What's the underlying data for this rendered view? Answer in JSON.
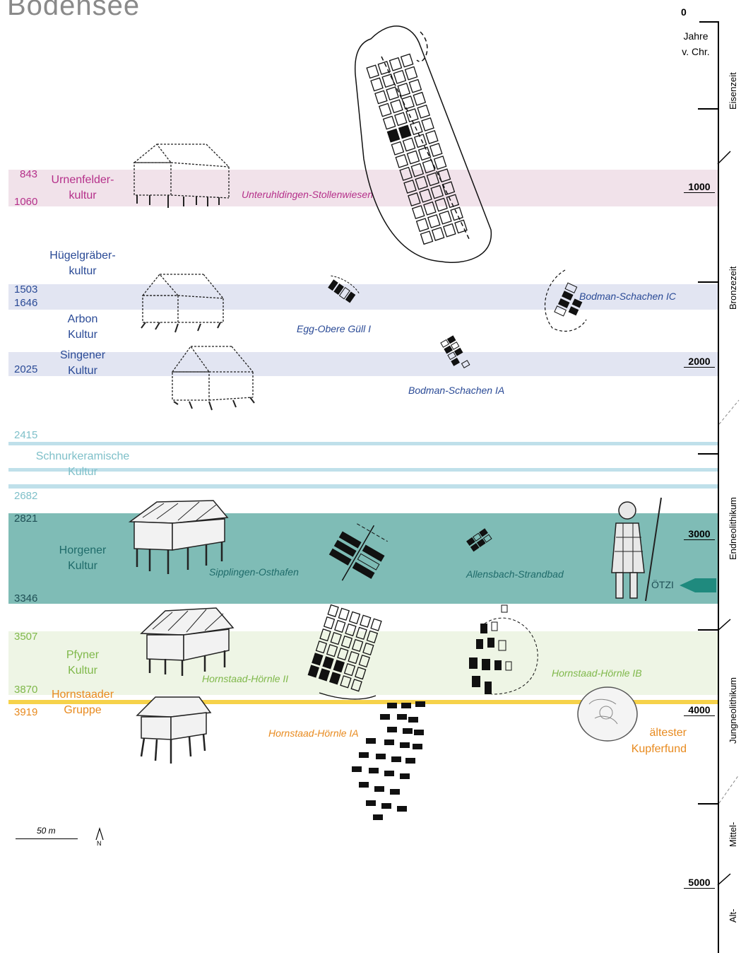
{
  "title": "Bodensee",
  "scale": {
    "label": "50 m",
    "north": "N"
  },
  "timeline": {
    "unit_label": [
      "Jahre",
      "v. Chr."
    ],
    "ticks": [
      "0",
      "1000",
      "2000",
      "3000",
      "4000",
      "5000"
    ],
    "periods": [
      "Eisenzeit",
      "Bronzezeit",
      "Endneolithikum",
      "Jungneolithikum",
      "Mittel-",
      "Alt-"
    ]
  },
  "cultures": [
    {
      "id": "urnenfelder",
      "years": [
        "843",
        "1060"
      ],
      "name": [
        "Urnenfelder-",
        "kultur"
      ],
      "color": "#b5308a",
      "band": "#f1e2ea"
    },
    {
      "id": "huegelgraeber",
      "years": [
        "1503",
        "1646"
      ],
      "name": [
        "Hügelgräber-",
        "kultur"
      ],
      "color": "#2a4a96",
      "band": "#e2e5f2"
    },
    {
      "id": "arbon",
      "years": [],
      "name": [
        "Arbon",
        "Kultur"
      ],
      "color": "#2a4a96"
    },
    {
      "id": "singener",
      "years": [
        "2025"
      ],
      "name": [
        "Singener",
        "Kultur"
      ],
      "color": "#2a4a96",
      "band": "#e2e5f2"
    },
    {
      "id": "schnurkeramik",
      "years": [
        "2415",
        "2682"
      ],
      "name": [
        "Schnurkeramische",
        "Kultur"
      ],
      "color": "#7fc0c9",
      "band": "#bfe0ea"
    },
    {
      "id": "horgener",
      "years": [
        "2821",
        "3346"
      ],
      "name": [
        "Horgener",
        "Kultur"
      ],
      "color": "#1f6b6a",
      "band": "#7fbcb6"
    },
    {
      "id": "pfyner",
      "years": [
        "3507",
        "3870"
      ],
      "name": [
        "Pfyner",
        "Kultur"
      ],
      "color": "#7fb84a",
      "band": "#eef5e5"
    },
    {
      "id": "hornstaader",
      "years": [
        "3919"
      ],
      "name": [
        "Hornstaader",
        "Gruppe"
      ],
      "color": "#e88a1e",
      "band": "#f6d24a"
    }
  ],
  "sites": {
    "unteruhldingen": "Unteruhldingen-Stollenwiesen",
    "egg": "Egg-Obere Güll I",
    "bodman_ic": "Bodman-Schachen IC",
    "bodman_ia": "Bodman-Schachen IA",
    "sipplingen": "Sipplingen-Osthafen",
    "allensbach": "Allensbach-Strandbad",
    "hornstaad_ii": "Hornstaad-Hörnle II",
    "hornstaad_ib": "Hornstaad-Hörnle IB",
    "hornstaad_ia": "Hornstaad-Hörnle IA"
  },
  "annotations": {
    "oetzi": "ÖTZI",
    "kupfer": [
      "ältester",
      "Kupferfund"
    ]
  }
}
